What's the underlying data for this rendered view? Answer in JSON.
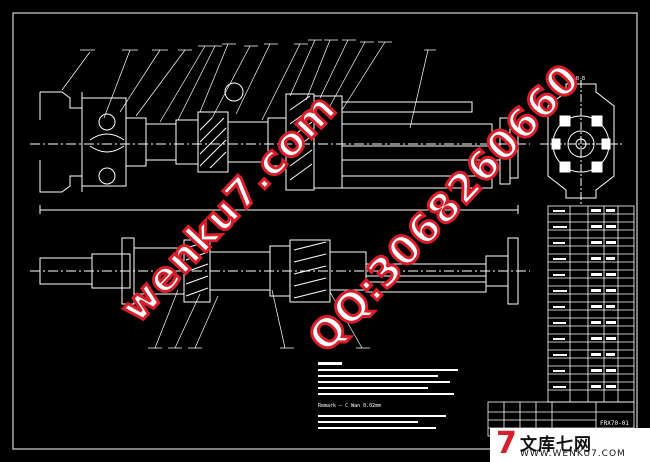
{
  "drawing": {
    "section_label": "B-B",
    "drawing_number": "FRX70-01",
    "note_line": "Remark — C Wan 0.02mm"
  },
  "watermarks": {
    "site": "wenku7.com",
    "qq": "QQ:3068260660"
  },
  "brand": {
    "logo": "7",
    "name": "文库七网",
    "url": "WWW.WENKU7.COM"
  },
  "colors": {
    "background": "#000000",
    "lines": "#ffffff",
    "watermark_red": "#d81e2a"
  }
}
